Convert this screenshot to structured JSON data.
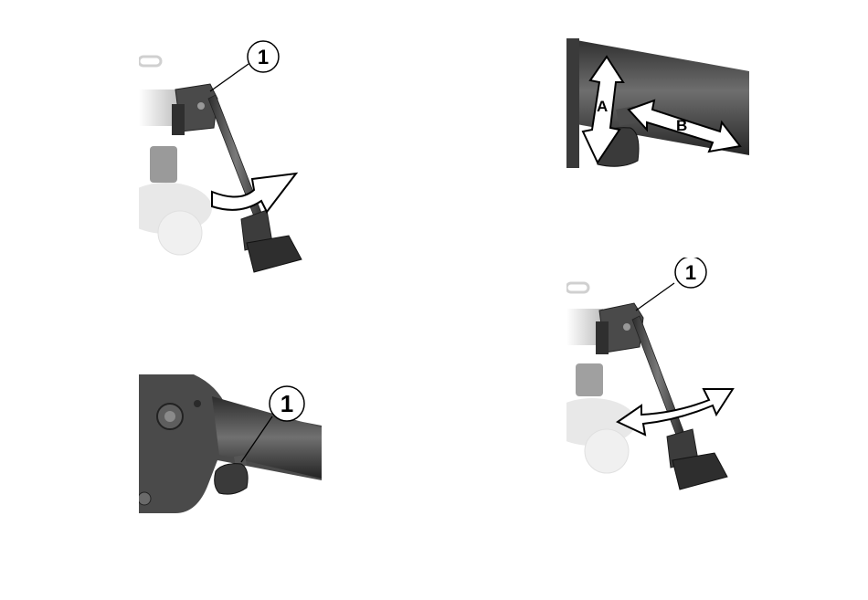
{
  "figures": {
    "top_left": {
      "callout": "1"
    },
    "top_right": {
      "arrow_a": "A",
      "arrow_b": "B"
    },
    "bottom_left": {
      "callout": "1"
    },
    "bottom_right": {
      "callout": "1"
    }
  },
  "colors": {
    "metal_dark": "#3a3a3a",
    "metal_mid": "#5a5a5a",
    "metal_light": "#8c8c8c",
    "faded": "#e6e6e6",
    "line": "#000000"
  }
}
